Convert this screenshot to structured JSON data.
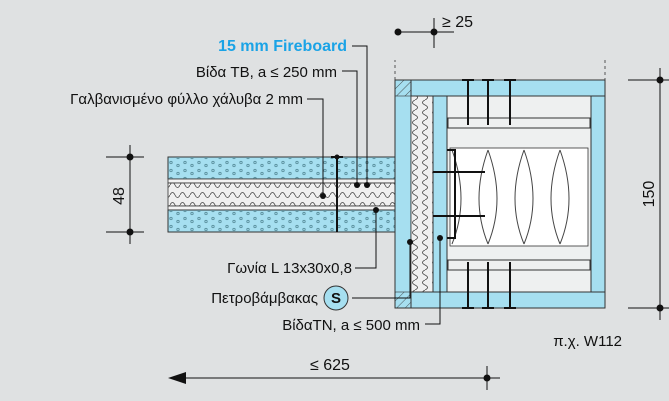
{
  "labels": {
    "fireboard": "15 mm Fireboard",
    "screw_tb": "Βίδα  TB, a ≤ 250 mm",
    "steel_sheet": "Γαλβανισμένο φύλλο χάλυβα 2 mm",
    "angle": "Γωνία L 13x30x0,8",
    "rockwool": "Πετροβάμβακας",
    "rockwool_badge": "S",
    "screw_tn": "ΒίδαTN, a  ≤ 500 mm",
    "example": "π.χ. W112"
  },
  "dimensions": {
    "top_gap": "≥ 25",
    "thickness": "48",
    "wall_thickness": "150",
    "span": "≤ 625"
  },
  "colors": {
    "background": "#dfe1e2",
    "board": "#a6dff0",
    "board_dots": "#5a8f9d",
    "accent_label": "#1aa3e6",
    "badge": "#a6dff0"
  }
}
